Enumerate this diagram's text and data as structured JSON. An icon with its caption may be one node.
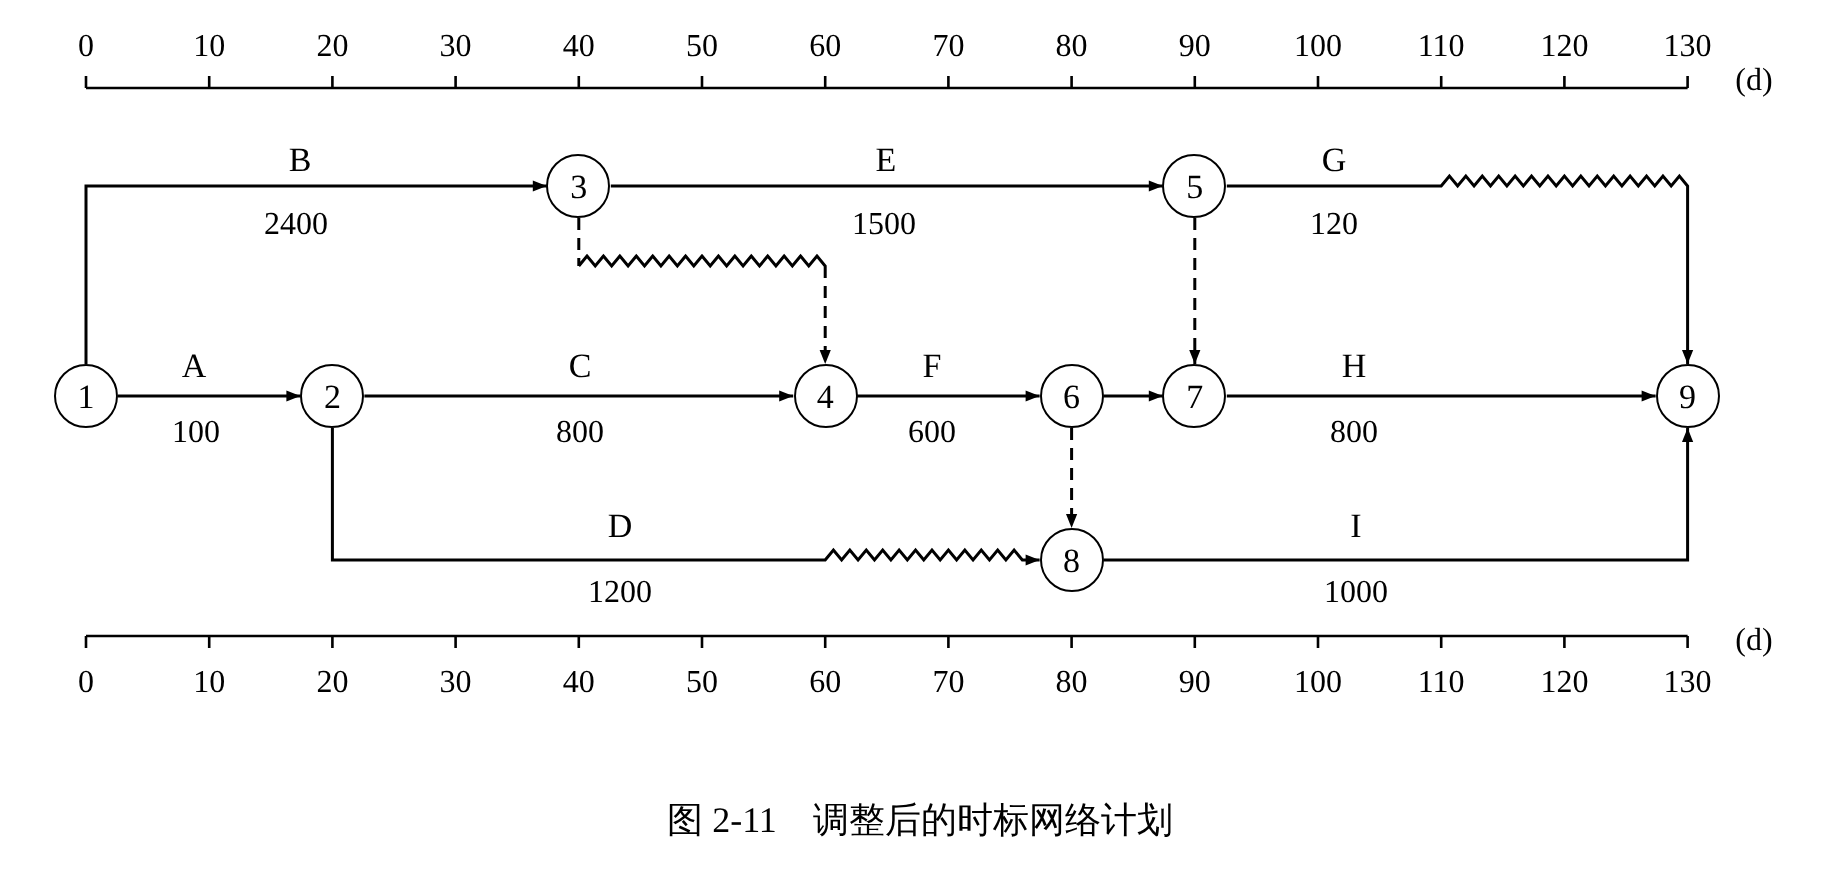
{
  "diagram": {
    "caption": "图 2-11　调整后的时标网络计划",
    "nodes": [
      {
        "text": [
          "1"
        ]
      },
      {
        "text": [
          "2"
        ]
      },
      {
        "text": [
          "3"
        ]
      },
      {
        "text": [
          "4"
        ]
      },
      {
        "text": [
          "5"
        ]
      },
      {
        "text": [
          "6"
        ]
      },
      {
        "text": [
          "7"
        ]
      },
      {
        "text": [
          "8"
        ]
      },
      {
        "text": [
          "9"
        ]
      }
    ],
    "edges": [
      {
        "from": 0,
        "to": 1,
        "arrow": "to",
        "label": "A"
      },
      {
        "from": 0,
        "to": 2,
        "arrow": "to",
        "label": "B"
      },
      {
        "from": 1,
        "to": 3,
        "arrow": "to",
        "label": "C"
      },
      {
        "from": 1,
        "to": 7,
        "arrow": "to",
        "label": "D"
      },
      {
        "from": 2,
        "to": 3,
        "arrow": "to",
        "style": "dashed"
      },
      {
        "from": 2,
        "to": 4,
        "arrow": "to",
        "label": "E"
      },
      {
        "from": 3,
        "to": 5,
        "arrow": "to",
        "label": "F"
      },
      {
        "from": 4,
        "to": 6,
        "arrow": "to",
        "style": "dashed"
      },
      {
        "from": 4,
        "to": 8,
        "arrow": "to",
        "label": "G"
      },
      {
        "from": 5,
        "to": 6,
        "arrow": "to"
      },
      {
        "from": 5,
        "to": 7,
        "arrow": "to",
        "style": "dashed"
      },
      {
        "from": 6,
        "to": 8,
        "arrow": "to",
        "label": "H"
      },
      {
        "from": 7,
        "to": 8,
        "arrow": "to",
        "label": "I"
      }
    ],
    "labels": [
      "0",
      "10",
      "20",
      "30",
      "40",
      "50",
      "60",
      "70",
      "80",
      "90",
      "100",
      "110",
      "120",
      "130",
      "(d)",
      "2400",
      "1500",
      "120",
      "100",
      "800",
      "600",
      "800",
      "1200",
      "1000",
      "0",
      "10",
      "20",
      "30",
      "40",
      "50",
      "60",
      "70",
      "80",
      "90",
      "100",
      "110",
      "120",
      "130",
      "(d)"
    ]
  }
}
